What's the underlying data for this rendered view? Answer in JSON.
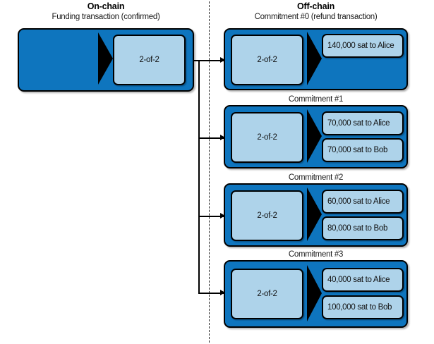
{
  "diagram": {
    "columns": {
      "onchain": {
        "title": "On-chain",
        "subtitle": "Funding transaction (confirmed)"
      },
      "offchain": {
        "title": "Off-chain",
        "subtitle": "Commitment #0 (refund transaction)"
      }
    },
    "colors": {
      "box_fill": "#0E75BE",
      "pane_fill": "#AED3EA",
      "outline": "#000000",
      "divider": "#2a2a2a",
      "page_background": "#ffffff"
    },
    "funding_tx": {
      "input_label": "2-of-2"
    },
    "commitments": [
      {
        "label": "Commitment #0 (refund transaction)",
        "label_shown_in_header": true,
        "input_label": "2-of-2",
        "outputs": [
          "140,000 sat to Alice"
        ]
      },
      {
        "label": "Commitment #1",
        "label_shown_in_header": false,
        "input_label": "2-of-2",
        "outputs": [
          "70,000 sat to Alice",
          "70,000 sat to Bob"
        ]
      },
      {
        "label": "Commitment #2",
        "label_shown_in_header": false,
        "input_label": "2-of-2",
        "outputs": [
          "60,000 sat to Alice",
          "80,000 sat to Bob"
        ]
      },
      {
        "label": "Commitment #3",
        "label_shown_in_header": false,
        "input_label": "2-of-2",
        "outputs": [
          "40,000 sat to Alice",
          "100,000 sat to Bob"
        ]
      }
    ]
  }
}
